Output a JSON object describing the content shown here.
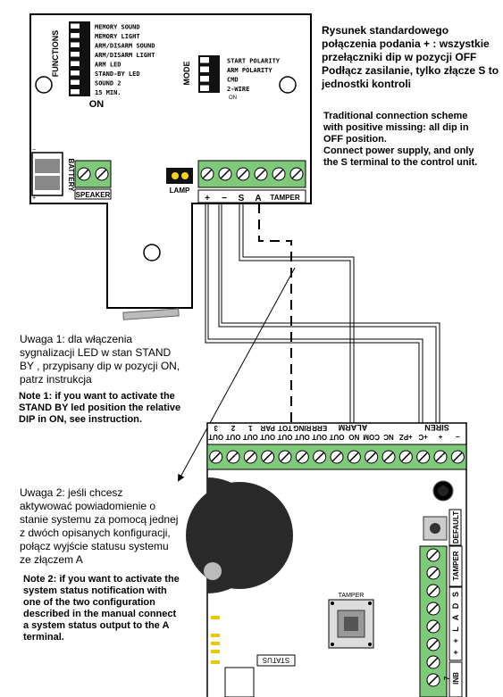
{
  "texts": {
    "pl_header": "Rysunek standardowego\npołączenia podania + : wszystkie\nprzełączniki dip w pozycji OFF\nPodłącz zasilanie, tylko złącze S to\njednostki kontroli",
    "en_header": "Traditional connection scheme\nwith positive missing: all dip in\nOFF position.\nConnect power supply, and only\nthe S terminal to the control unit.",
    "note1_pl": "Uwaga 1: dla włączenia\nsygnalizacji LED w stan STAND\nBY , przypisany dip w pozycji ON,\npatrz instrukcja",
    "note1_en": "Note 1: if you want to activate the\nSTAND BY led position the relative\nDIP in ON, see instruction.",
    "note2_pl": "Uwaga 2: jeśli chcesz\naktywować powiadomienie o\nstanie systemu za pomocą jednej\nz dwóch opisanych konfiguracji,\npołącz wyjście statusu systemu\nze złączem A",
    "note2_en": "Note 2: if you want to activate the\nsystem status notification with\none of the two configuration\ndescribed in the manual connect\na system status output to the A\nterminal."
  },
  "sensor_board": {
    "functions_label": "FUNCTIONS",
    "on_label": "ON",
    "dip_functions": [
      "MEMORY SOUND",
      "MEMORY LIGHT",
      "ARM/DISARM SOUND",
      "ARM/DISARM LIGHT",
      "ARM LED",
      "STAND-BY LED",
      "SOUND 2",
      "15 MIN."
    ],
    "mode_label": "MODE",
    "dip_modes": [
      "START POLARITY",
      "ARM POLARITY",
      "CMD",
      "2-WIRE"
    ],
    "mode_on_label": "ON",
    "battery_label": "BATTERY",
    "speaker_label": "SPEAKER",
    "lamp_label": "LAMP",
    "terminal_labels": [
      "+",
      "−",
      "S",
      "A"
    ],
    "tamper_label": "TAMPER"
  },
  "control_unit": {
    "siren_label": "SIREN",
    "alarm_label": "ALARM",
    "top_labels": [
      "OUT",
      "OUT",
      "OUT",
      "OUT",
      "OUT",
      "OUT",
      "OUT",
      "OUT",
      "NO",
      "COM",
      "NC",
      "+PZ",
      "+C",
      "+",
      "−"
    ],
    "top_sublabels": [
      "3",
      "2",
      "1",
      "PAR",
      "TOT",
      "RING",
      "ERR",
      "",
      "",
      "",
      "",
      "",
      "",
      "",
      ""
    ],
    "default_label": "DEFAULT",
    "tamper_label": "TAMPER",
    "tamper_box_label": "TAMPER",
    "right_labels": [
      "S",
      "D",
      "A",
      "L",
      "+",
      "+"
    ],
    "inb_label": "INB",
    "status_label": "STATUS",
    "bottom_digit": "7"
  },
  "colors": {
    "terminal_green": "#7fc97a",
    "lamp_yellow": "#f6d21a",
    "led_yellow": "#e8c800",
    "arrow_black": "#000000"
  }
}
